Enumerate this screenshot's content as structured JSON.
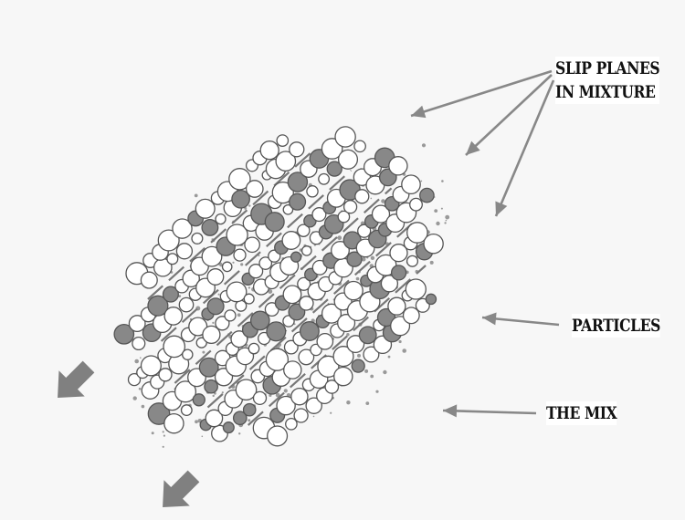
{
  "labels": {
    "slip_planes_line1": "SLIP PLANES",
    "slip_planes_line2": "IN MIXTURE",
    "particles": "PARTICLES",
    "the_mix": "THE MIX"
  },
  "colors": {
    "background": "#f7f7f7",
    "particle_outline": "#555555",
    "particle_filled": "#888888",
    "particle_hollow": "#ffffff",
    "slip_line": "#777777",
    "pointer_arrow": "#888888",
    "flow_arrow": "#808080",
    "fine_grains": "#999999"
  },
  "icons": {
    "flow_direction": "flow-direction-arrow-icon",
    "pointer": "pointer-arrow-icon"
  }
}
